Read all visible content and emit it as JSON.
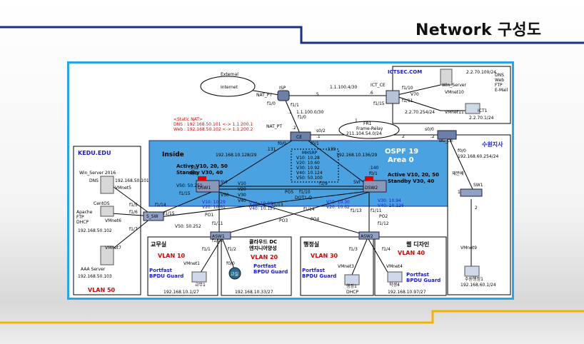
{
  "title": "Network 구성도",
  "colors": {
    "frame": "#22a8e8",
    "inside_fill": "#4aa3e0",
    "accent_line": "#f2b400",
    "red": "#e00000",
    "green": "#1aa81a",
    "blue": "#1a1ad0"
  },
  "areas": {
    "kedu": "KEDU.EDU",
    "ictsec": "ICTSEC.COM",
    "suwon": "수원지사",
    "inside": "Inside",
    "ospf": "OSPF 19",
    "area": "Area 0",
    "external": "External",
    "frame_relay": "Frame-Relay"
  },
  "devices": {
    "internet": "Internet",
    "isp": "ISP",
    "ictce": "ICT_CE",
    "ce": "CE",
    "bgce": "BG_CE",
    "win_top": "Win_Server",
    "ict1": "ICT1",
    "win2016": "Win_Server 2016",
    "centos": "CentOS",
    "aaa": "AAA Server",
    "sw": "S_SW",
    "asw1": "ASW1",
    "asw2": "ASW2",
    "sw1": "SW1",
    "pc_gyomu": "교무1",
    "pc_cloud": "교실",
    "pc_hj": "행정1",
    "pc_web": "학생4",
    "pc_suwon": "수원행정1",
    "dsw1": "DSW1",
    "dsw2": "DSW2"
  },
  "labels": {
    "nat_pt_isp": "NAT_PT",
    "nat_pt_ce": "NAT_PT",
    "isp_f10": "f1/0",
    "isp_f11": "f1/1",
    "dot5": ".5",
    "dot6": ".6",
    "dot1_isp": ".1",
    "dot2_ce": ".2",
    "link_1_1_100_4": "1.1.100.4/30",
    "link_1_1_100_0": "1.1.100.0/30",
    "ce_f00": "f0/0",
    "ce_f01": "f0/1",
    "ce_f10": "f1/0",
    "ictce_f15": "f1/15",
    "ictce_f110": "f1/10",
    "ictce_f111": "f1/11",
    "v70": "V70",
    "net_2_2_70_254": "2.2.70.254/24",
    "win_top_ip": "2.2.70.100/24",
    "dns_list": "DNS",
    "web_list": "Web",
    "ftp_list": "FTP",
    "email_list": "E-Mail",
    "vmnet10": "VMnet10",
    "vmnet11": "VMnet11",
    "ict1_ip": "2.2.70.1/24",
    "static_nat": "<Static NAT>",
    "nat_dns": "DNS : 192.168.50.101 <-> 1.1.200.1",
    "nat_web": "Web : 192.168.50.102 <-> 1.1.200.2",
    "fr_s02": "s0/2",
    "fr_s00": "s0/0",
    "fr_link": "FR1",
    "fr_dot1": ".1",
    "fr_dot2": ".2",
    "fr_net": "211.104.54.0/24",
    "fr_one": "1",
    "fr_two": "2",
    "dsw_net_left": "192.168.10.128/29",
    "dsw_net_right": "192.168.10.136/29",
    "dot131": ".131",
    "dot139": ".139",
    "dot132": ".132",
    "dot140": ".140",
    "f00_l": "f0/0",
    "f01_r": "f0/1",
    "mhsrp": "MHSRP",
    "v10": "V10: 10.28",
    "v20": "V20: 10.60",
    "v30": "V30: 10.92",
    "v40": "V40: 10.124",
    "v50": "V50: 50.100",
    "active_left": "Active V10, 20, 50",
    "standby_left": "Standby V30, 40",
    "active_right": "Active V10, 20, 50",
    "standby_right": "Standby V30, 40",
    "v50_251": "V50: 50.251",
    "v50_252": "V50: 50.252",
    "f115_a": "f1/15",
    "f115_b": "f1/15",
    "f114_a": "f1/14",
    "f114_b": "f1/14",
    "f19": "f1/9",
    "po5": "PO5",
    "f110": "f1/10",
    "dot1q": "DOT1-Q",
    "po1": "PO1",
    "po2": "PO2",
    "po3": "PO3",
    "po4": "PO4",
    "f111_a": "f1/11",
    "f111_b": "f1/11",
    "f112_a": "f1/12",
    "f112_b": "f1/12",
    "f113_a": "f1/13",
    "f113_b": "f1/13",
    "v10_29": "V10: 10.29",
    "v20_61": "V20: 10.61",
    "v30_94": "V30: 10.94",
    "v40_126": "V40: 10.126",
    "v10_30": "V10: 10.30",
    "v20_62": "V20: 10.62",
    "v30_93": "V30: 10.93",
    "v40_125": "V40: 10.125",
    "svi_l": "SVI",
    "svi_r": "SVI",
    "v10_tag": "V10",
    "v20_tag": "V20",
    "v30_tag": "V30",
    "v40_tag": "V40",
    "v50_tag": "V50",
    "win2016_ip": "192.168.50.101",
    "dns_tag": "DNS",
    "vmnet5": "VMnet5",
    "apache": "Apache",
    "ftp_tag": "FTP",
    "dhcp_tag": "DHCP",
    "vmnet6": "VMnet6",
    "centos_ip": "192.168.50.102",
    "vmnet7": "VMnet7",
    "aaa_ip": "192.168.50.103",
    "vlan50": "VLAN 50",
    "f15": "f1/5",
    "f16": "f1/6",
    "f17": "f1/7",
    "gyomu": "교무실",
    "vlan10": "VLAN 10",
    "portfast_1": "Portfast",
    "bpdu_1": "BPDU Guard",
    "vmnet1": "VMnet1",
    "f11": "f1/1",
    "gyomu_net": "192.168.10.1/27",
    "cloud": "클라우드 DC",
    "cloud2": "엔지니어양성",
    "vlan20": "VLAN 20",
    "portfast_2": "Portfast",
    "bpdu_2": "BPDU Guard",
    "f12": "f1/2",
    "f00_c": "f0/0",
    "cloud_net": "192.168.10.33/27",
    "hj": "행정실",
    "vlan30": "VLAN 30",
    "portfast_3": "Portfast",
    "bpdu_3": "BPDU Guard",
    "f13": "f1/3",
    "vmnet3": "VMnet3",
    "dhcp_pc": "DHCP",
    "web": "웹 디자인",
    "vlan40": "VLAN 40",
    "portfast_4": "Portfast",
    "bpdu_4": "BPDU Guard",
    "f14": "f1/4",
    "vmnet4": "VMnet4",
    "web_net": "192.168.10.97/27",
    "suwon_f00": "f0/0",
    "suwon_net": "192.168.60.254/24",
    "jaebun": "재분배",
    "sw1_1": "1",
    "sw1_2": "2",
    "vmnet9": "VMnet9",
    "suwon_pc_ip": "192.168.60.1/24"
  }
}
